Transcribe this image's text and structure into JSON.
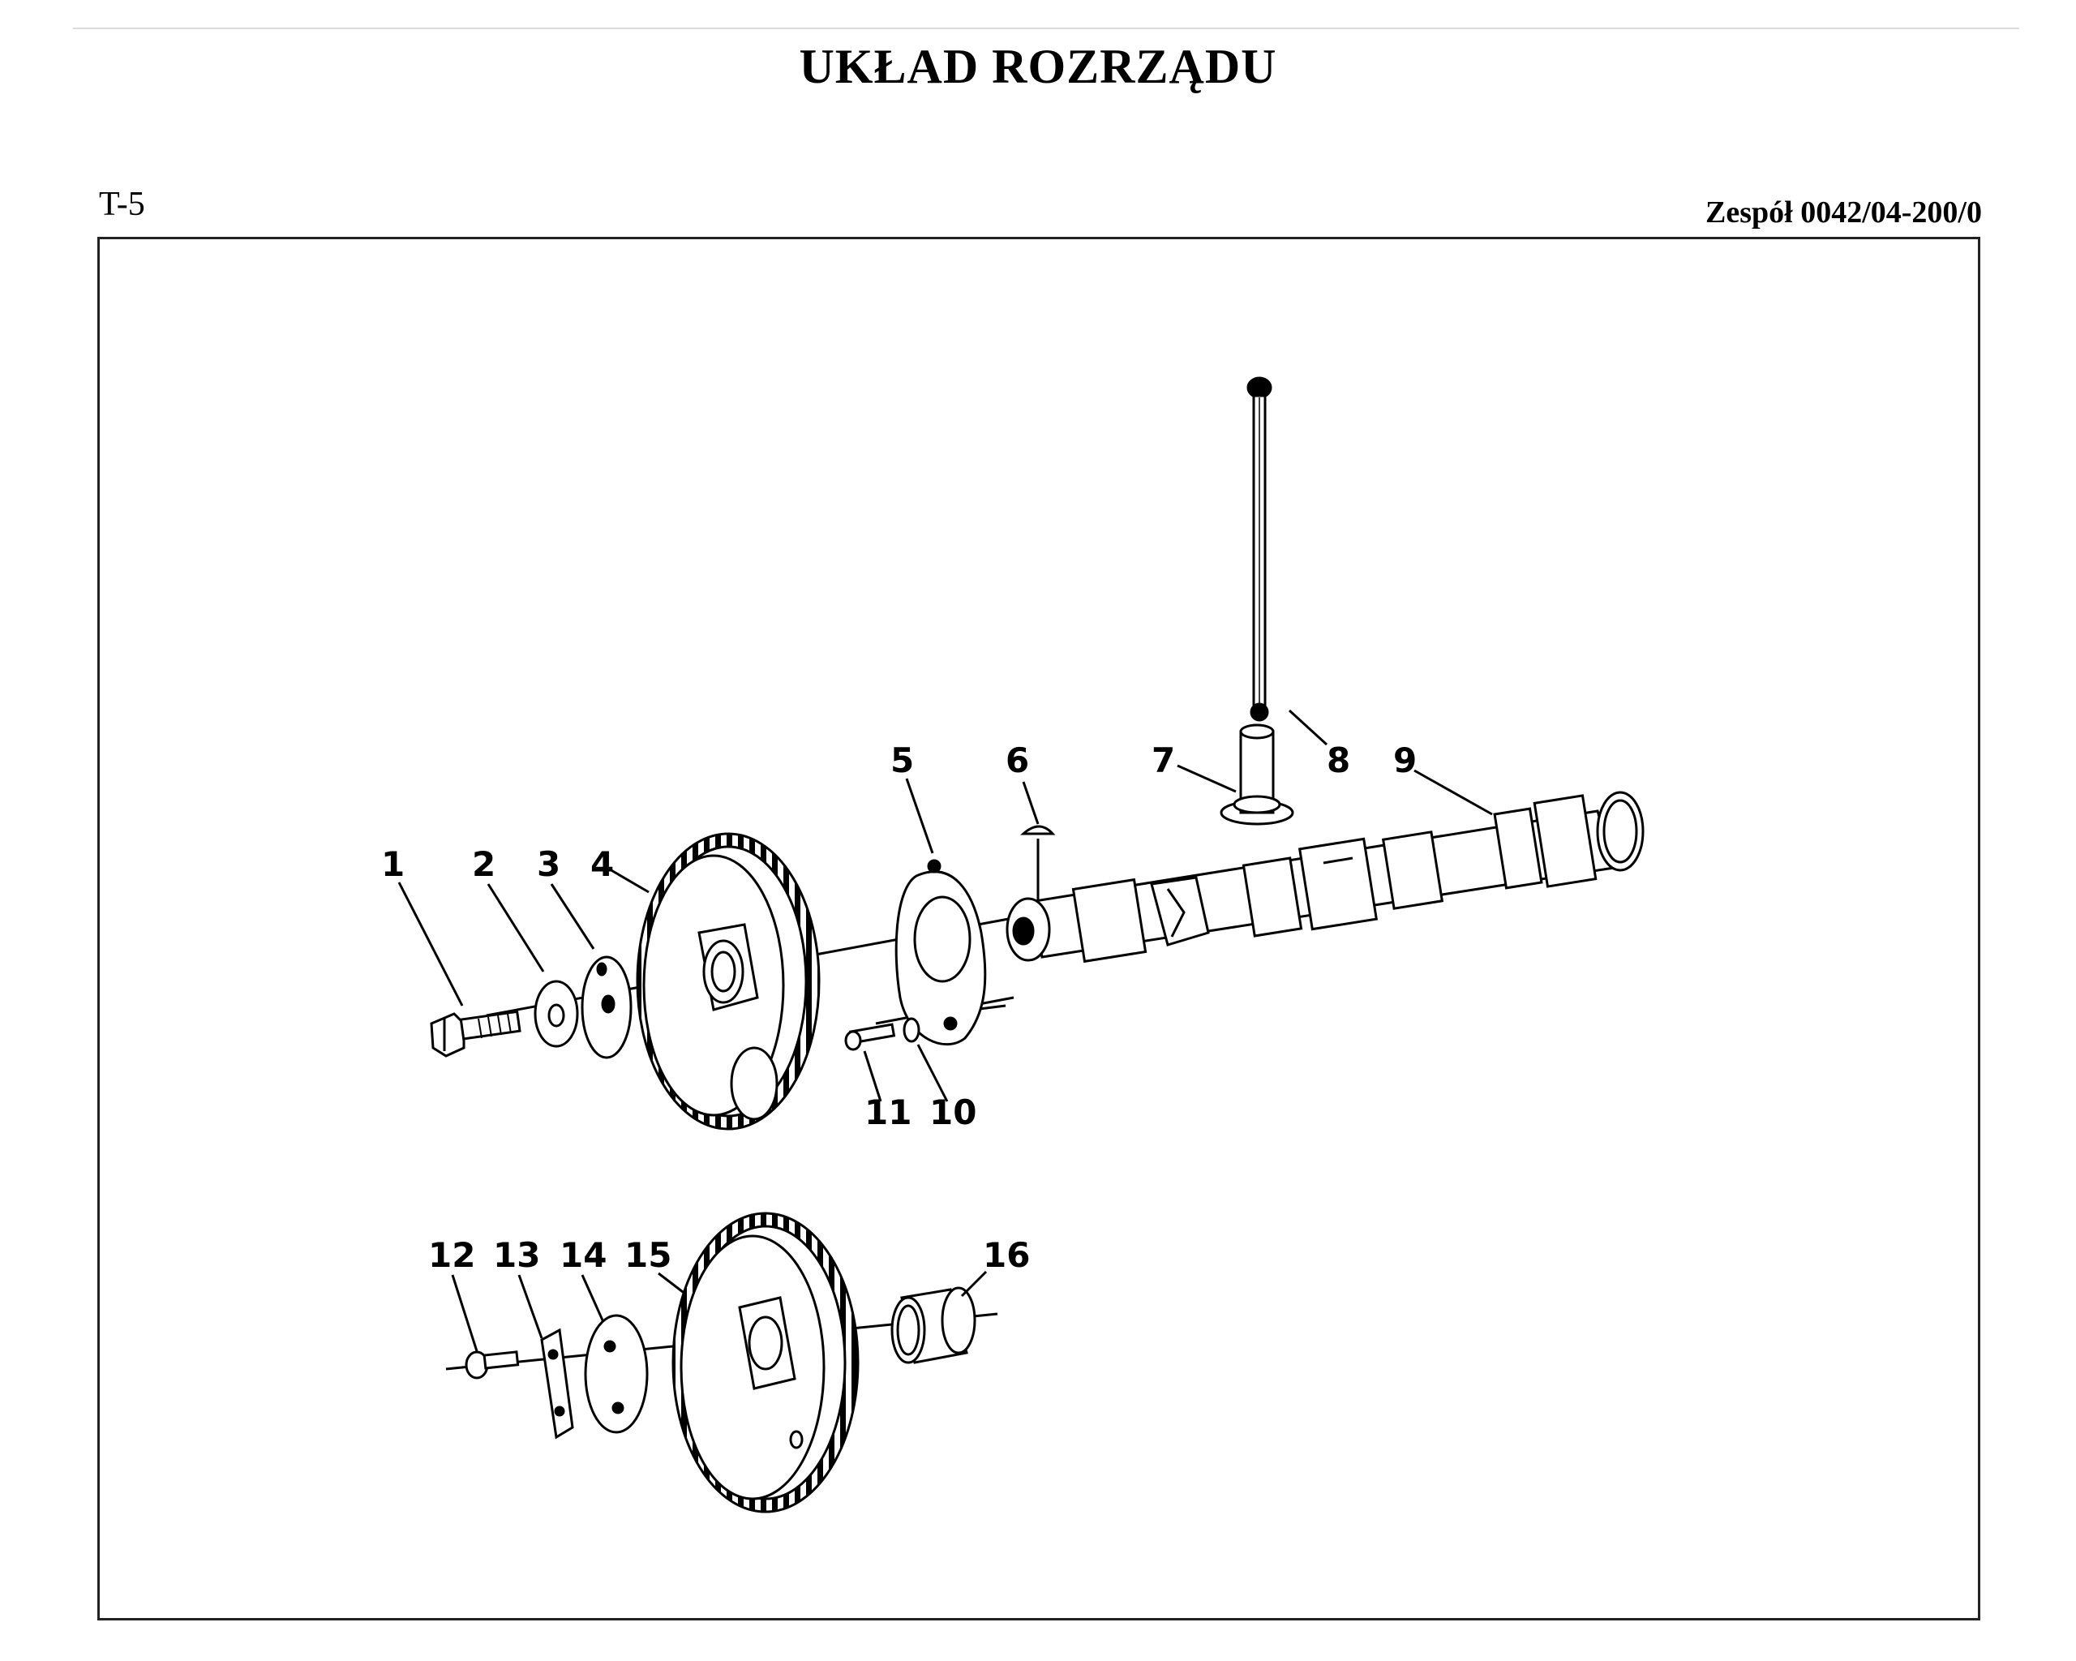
{
  "header": {
    "title": "UKŁAD ROZRZĄDU",
    "page_code": "T-5",
    "assembly_ref": "Zespół 0042/04-200/0"
  },
  "callouts": [
    "1",
    "2",
    "3",
    "4",
    "5",
    "6",
    "7",
    "8",
    "9",
    "10",
    "11",
    "12",
    "13",
    "14",
    "15",
    "16"
  ],
  "colors": {
    "ink": "#000000",
    "frame": "#222222"
  }
}
